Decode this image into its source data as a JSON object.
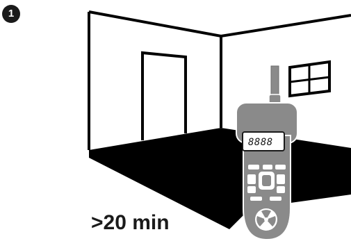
{
  "step": {
    "number": "1"
  },
  "room": {
    "duration_label": ">20 min"
  },
  "meter": {
    "display_text": "8888",
    "body_color": "#8a8a8a",
    "screen_color": "#ffffff"
  }
}
